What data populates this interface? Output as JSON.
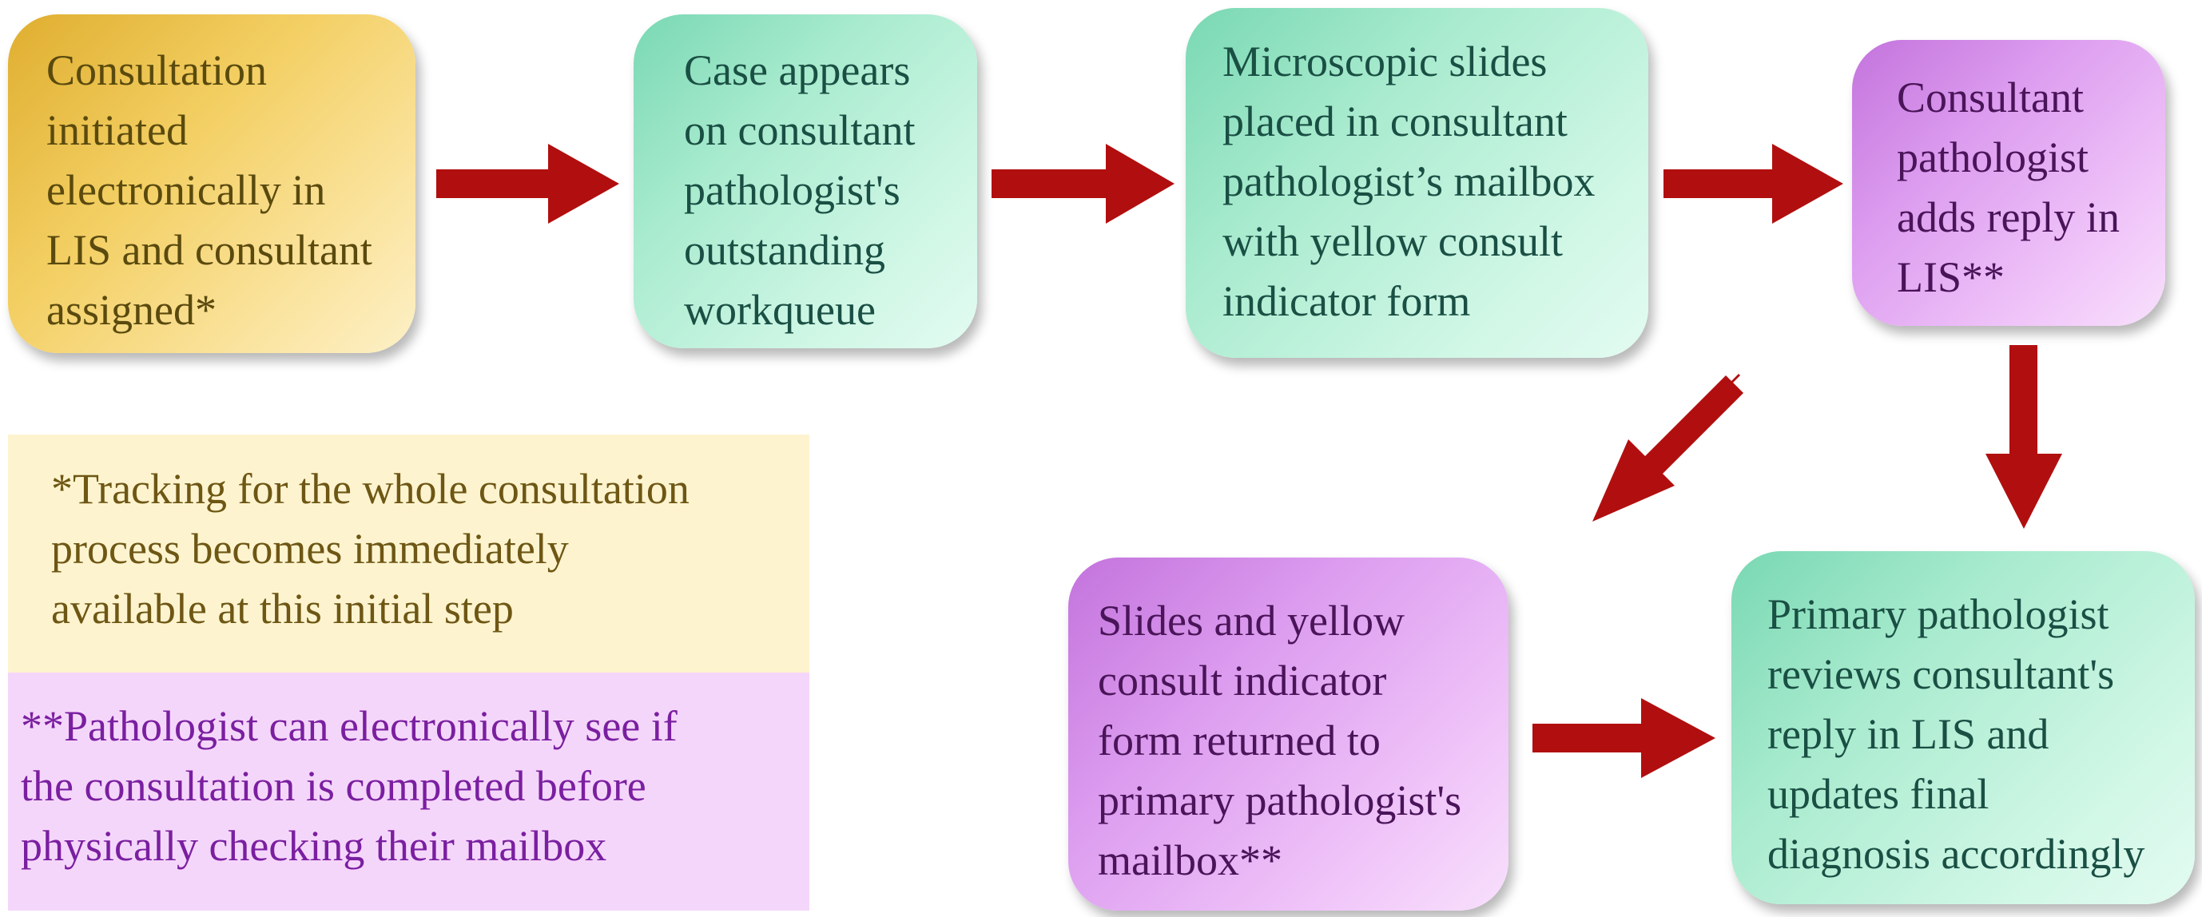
{
  "steps": [
    {
      "id": "initiate",
      "text": "Consultation\ninitiated\nelectronically in\nLIS and consultant\nassigned*",
      "color": "#f3cf63"
    },
    {
      "id": "workqueue",
      "text": "Case appears\non consultant\npathologist's\noutstanding\nworkqueue",
      "color": "#a9ebcf"
    },
    {
      "id": "slides-placed",
      "text": "Microscopic slides\nplaced in consultant\npathologist’s mailbox\nwith yellow consult\nindicator form",
      "color": "#a9ebcf"
    },
    {
      "id": "consultant-reply",
      "text": "Consultant\npathologist\nadds reply in\nLIS**",
      "color": "#dc9cef"
    },
    {
      "id": "slides-returned",
      "text": "Slides and yellow\nconsult indicator\nform returned to\nprimary pathologist's\nmailbox**",
      "color": "#dc9cef"
    },
    {
      "id": "primary-review",
      "text": "Primary pathologist\nreviews consultant's\nreply in LIS and\nupdates final\ndiagnosis accordingly",
      "color": "#a9ebcf"
    }
  ],
  "notes": [
    {
      "id": "tracking",
      "text": "*Tracking for the whole consultation\nprocess becomes immediately\navailable at this initial step",
      "color": "#fdf4cf"
    },
    {
      "id": "electronic-check",
      "text": "**Pathologist can electronically see if\nthe consultation is completed before\nphysically checking their mailbox",
      "color": "#f5d6fb"
    }
  ],
  "arrow_color": "#b10f0f"
}
